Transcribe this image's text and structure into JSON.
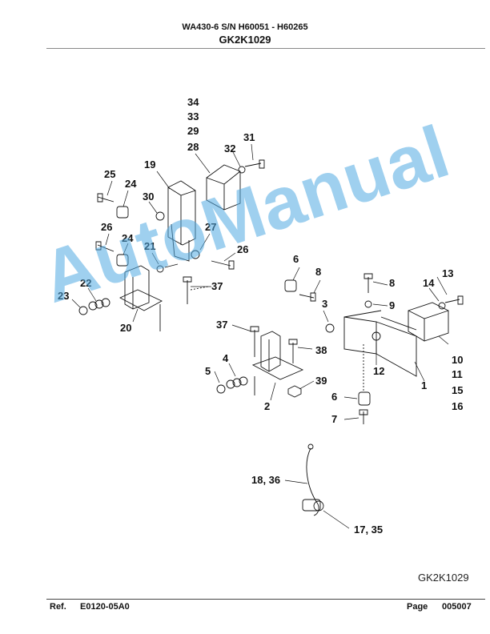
{
  "header": {
    "model_line": "WA430-6 S/N H60051 - H60265",
    "figure_code": "GK2K1029"
  },
  "callouts": {
    "c34": "34",
    "c33": "33",
    "c29": "29",
    "c28": "28",
    "c31": "31",
    "c32": "32",
    "c19": "19",
    "c25": "25",
    "c24a": "24",
    "c30": "30",
    "c27": "27",
    "c26a": "26",
    "c24b": "24",
    "c21": "21",
    "c26b": "26",
    "c22": "22",
    "c23": "23",
    "c37a": "37",
    "c20": "20",
    "c6a": "6",
    "c8": "8",
    "c13": "13",
    "c14": "14",
    "c3": "3",
    "c9": "9",
    "c37b": "37",
    "c38": "38",
    "c4": "4",
    "c5": "5",
    "c39": "39",
    "c2": "2",
    "c12": "12",
    "c1": "1",
    "c10": "10",
    "c11": "11",
    "c15": "15",
    "c16": "16",
    "c6b": "6",
    "c7": "7",
    "c18_36": "18, 36",
    "c17_35": "17, 35"
  },
  "figure_footer_code": "GK2K1029",
  "footer": {
    "ref_label": "Ref.",
    "ref_value": "E0120-05A0",
    "page_label": "Page",
    "page_value": "005007"
  },
  "watermark_text": "AutoManual",
  "colors": {
    "watermark": "#50aae1",
    "lines": "#111111"
  }
}
